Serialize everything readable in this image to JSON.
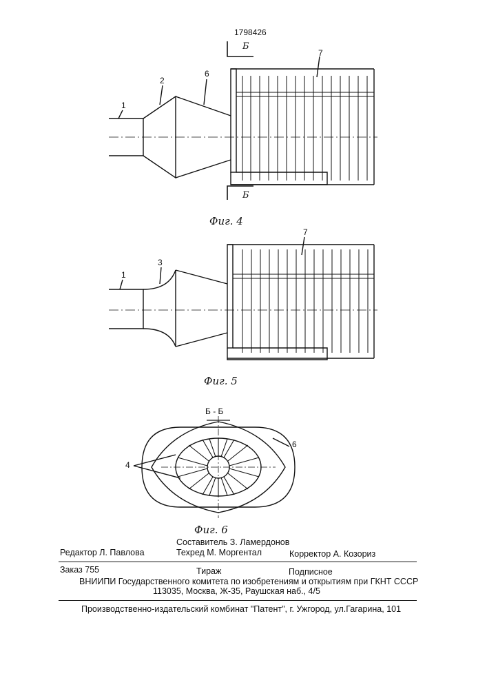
{
  "patent_number": "1798426",
  "fig4": {
    "caption": "Фиг. 4",
    "labels": {
      "n1": "1",
      "n2": "2",
      "n6": "6",
      "n7": "7",
      "b_top": "Б",
      "b_bottom": "Б"
    }
  },
  "fig5": {
    "caption": "Фиг. 5",
    "labels": {
      "n1": "1",
      "n3": "3",
      "n7": "7"
    }
  },
  "fig6": {
    "caption": "Фиг. 6",
    "section": "Б - Б",
    "labels": {
      "n4": "4",
      "n6": "6"
    }
  },
  "imprint": {
    "compiler": "Составитель  З. Ламердонов",
    "editor": "Редактор  Л. Павлова",
    "techred": "Техред  М. Моргентал",
    "corrector": "Корректор  А. Козориз",
    "order": "Заказ 755",
    "circulation": "Тираж",
    "subscription": "Подписное",
    "institute": "ВНИИПИ Государственного комитета по изобретениям и открытиям при ГКНТ СССР",
    "address": "113035, Москва, Ж-35, Раушская наб., 4/5",
    "publisher": "Производственно-издательский комбинат \"Патент\", г. Ужгород, ул.Гагарина, 101"
  }
}
